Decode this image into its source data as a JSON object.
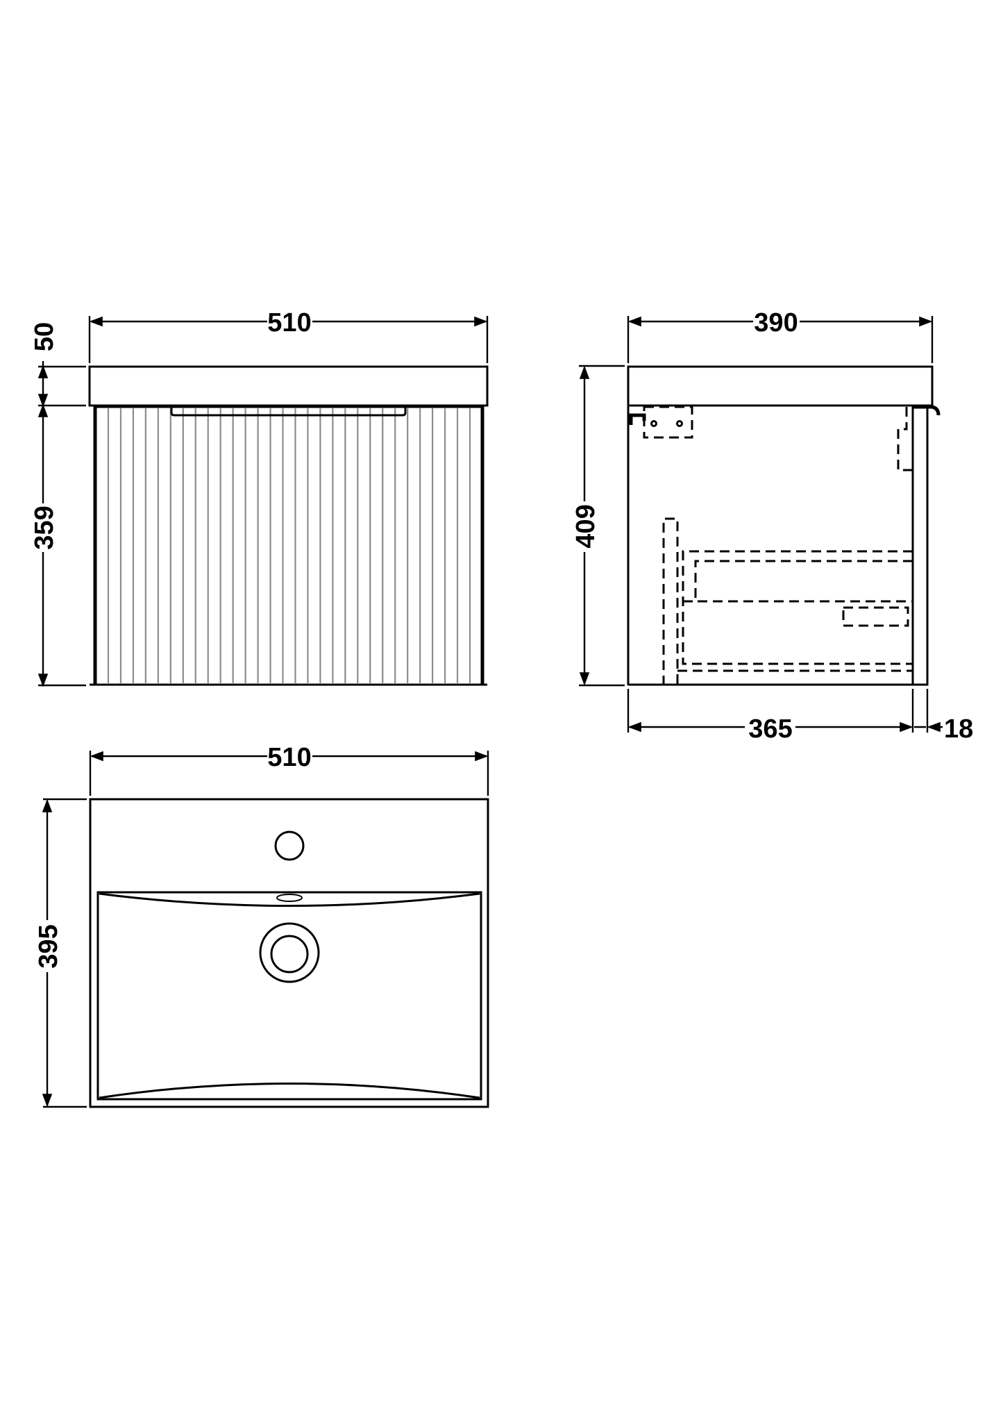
{
  "drawing": {
    "type": "technical-dimension-drawing",
    "subject": "wall-hung vanity unit with fluted drawer front and basin",
    "units": "mm",
    "line_color": "#000000",
    "flute_color": "#8c8c8c",
    "background": "#ffffff"
  },
  "front_view": {
    "width_label": "510",
    "top_height_label": "50",
    "cabinet_height_label": "359",
    "flute_count": 30
  },
  "side_view": {
    "depth_label": "390",
    "total_height_label": "409",
    "carcass_depth_label": "365",
    "door_thickness_label": "18"
  },
  "plan_view": {
    "width_label": "510",
    "depth_label": "395"
  }
}
